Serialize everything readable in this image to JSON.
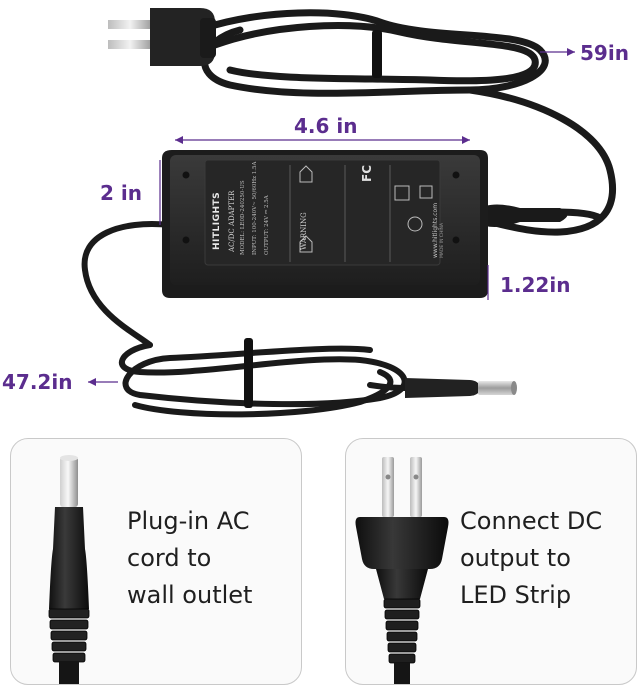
{
  "dimensions": {
    "cord_ac_length": "59in",
    "adapter_length": "4.6 in",
    "adapter_width": "2 in",
    "adapter_height": "1.22in",
    "cord_dc_length": "47.2in"
  },
  "adapter_label": {
    "brand": "HITLIGHTS",
    "product": "AC/DC ADAPTER",
    "model": "MODEL: LE0D-240250-US",
    "input": "INPUT: 100-240V~ 50/60Hz 1.5A",
    "output": "OUTPUT: 24V ⎓ 2.5A",
    "warning": "WARNING",
    "website": "www.hitlights.com",
    "made_in": "MADE IN CHINA",
    "fc_mark": "FC"
  },
  "cards": [
    {
      "lines": [
        "Plug-in AC",
        "cord to",
        "wall outlet"
      ]
    },
    {
      "lines": [
        "Connect DC",
        "output to",
        "LED Strip"
      ]
    }
  ],
  "colors": {
    "dimension_text": "#5b2d8e",
    "adapter_body": "#2b2b2b",
    "cable": "#1a1a1a"
  }
}
